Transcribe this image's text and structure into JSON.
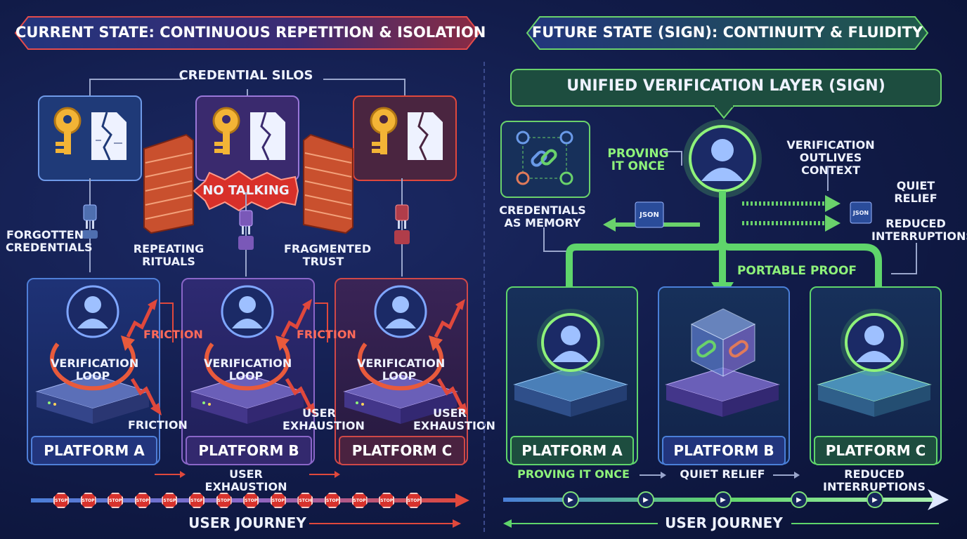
{
  "left": {
    "banner": "CURRENT STATE: CONTINUOUS REPETITION & ISOLATION",
    "credential_silos": "CREDENTIAL SILOS",
    "no_talking": "NO TALKING",
    "forgotten_credentials": "FORGOTTEN CREDENTIALS",
    "repeating_rituals": "REPEATING RITUALS",
    "fragmented_trust": "FRAGMENTED TRUST",
    "friction_a": "FRICTION",
    "friction_b": "FRICTION",
    "friction_bottom": "FRICTION",
    "user_exhaustion_b": "USER EXHAUSTION",
    "user_exhaustion_c": "USER EXHAUSTION",
    "user_exhaustion_flow": "USER EXHAUSTION",
    "platforms": [
      {
        "name": "PLATFORM A",
        "loop": "VERIFICATION LOOP"
      },
      {
        "name": "PLATFORM B",
        "loop": "VERIFICATION LOOP"
      },
      {
        "name": "PLATFORM C",
        "loop": "VERIFICATION LOOP"
      }
    ],
    "stop_signs": [
      "STGP",
      "STOP",
      "STOP",
      "STOP",
      "STGP",
      "STGF",
      "STOP",
      "STOP",
      "STOP",
      "STCH",
      "STOP",
      "STOP",
      "STOP",
      "STOP"
    ],
    "user_journey": "USER JOURNEY"
  },
  "right": {
    "banner": "FUTURE STATE (SIGN): CONTINUITY & FLUIDITY",
    "unified_layer": "UNIFIED VERIFICATION LAYER (SIGN)",
    "proving_it_once_top": "PROVING IT ONCE",
    "verification_outlives": "VERIFICATION OUTLIVES CONTEXT",
    "quiet_relief_top": "QUIET RELIEF",
    "reduced_interruptions_top": "REDUCED INTERRUPTIONS",
    "credentials_as_memory": "CREDENTIALS AS MEMORY",
    "portable_proof": "PORTABLE PROOF",
    "json_left": "JSON",
    "json_right": "JSON",
    "platforms": [
      {
        "name": "PLATFORM A"
      },
      {
        "name": "PLATFORM B"
      },
      {
        "name": "PLATFORM C"
      }
    ],
    "flow": [
      "PROVING IT ONCE",
      "QUIET RELIEF",
      "REDUCED INTERRUPTIONS"
    ],
    "user_journey": "USER JOURNEY"
  },
  "colors": {
    "red": "#e0483c",
    "purple": "#7b52b8",
    "green": "#5fd56b",
    "blue": "#4a7fd8",
    "navy": "#111b48"
  },
  "icons": [
    "key-icon",
    "broken-document-icon",
    "brick-wall-icon",
    "plug-icon",
    "user-avatar-icon",
    "zigzag-arrow-icon",
    "server-icon",
    "chain-link-icon",
    "play-icon",
    "json-file-icon"
  ]
}
